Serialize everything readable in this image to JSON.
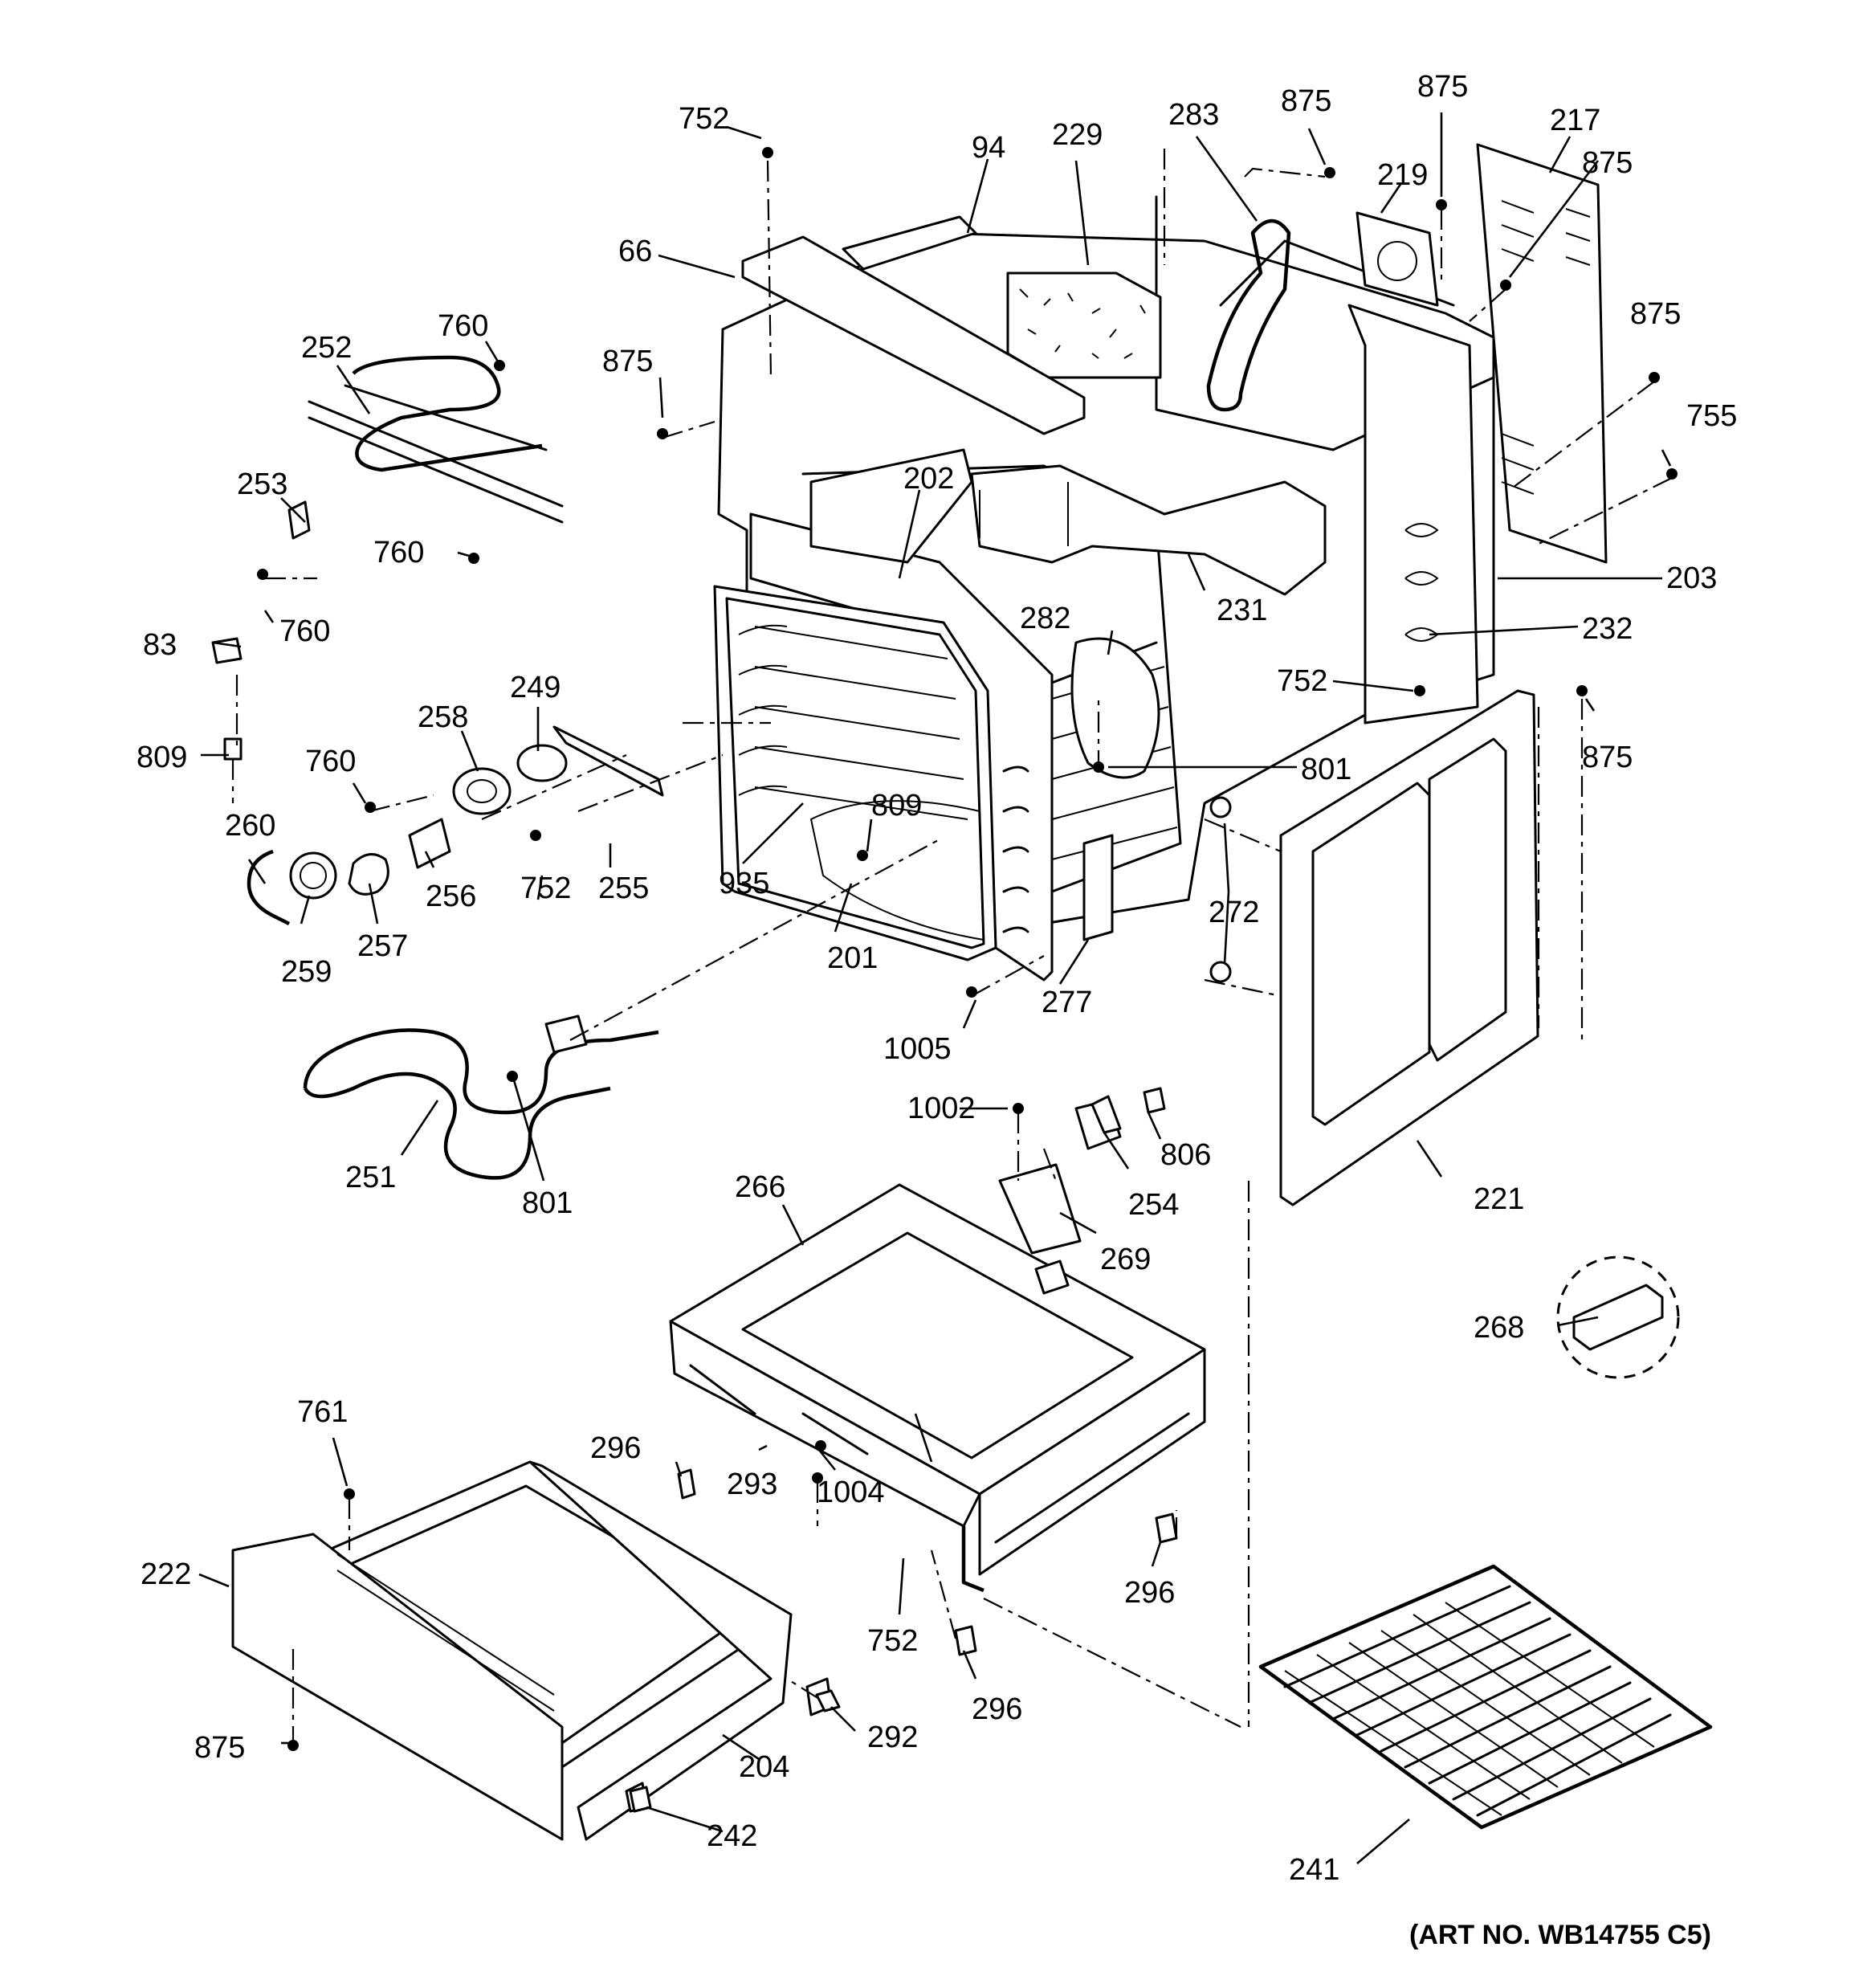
{
  "diagram": {
    "art_number": "(ART NO. WB14755 C5)",
    "callouts": {
      "c752_top": "752",
      "c94": "94",
      "c229": "229",
      "c283": "283",
      "c875_a": "875",
      "c875_b": "875",
      "c217": "217",
      "c875_c": "875",
      "c219": "219",
      "c66": "66",
      "c760_a": "760",
      "c252": "252",
      "c875_d": "875",
      "c875_e": "875",
      "c755": "755",
      "c202": "202",
      "c253": "253",
      "c760_b": "760",
      "c760_c": "760",
      "c203": "203",
      "c231": "231",
      "c282": "282",
      "c232": "232",
      "c83": "83",
      "c752_mid": "752",
      "c875_f": "875",
      "c249": "249",
      "c258": "258",
      "c809_a": "809",
      "c760_d": "760",
      "c801_a": "801",
      "c809_b": "809",
      "c260": "260",
      "c255": "255",
      "c256": "256",
      "c752_b": "752",
      "c935": "935",
      "c272": "272",
      "c257": "257",
      "c259": "259",
      "c201": "201",
      "c277": "277",
      "c1005": "1005",
      "c1002": "1002",
      "c806": "806",
      "c251": "251",
      "c801_b": "801",
      "c254": "254",
      "c221": "221",
      "c266": "266",
      "c269": "269",
      "c268": "268",
      "c761": "761",
      "c296_a": "296",
      "c293": "293",
      "c1004": "1004",
      "c222": "222",
      "c296_b": "296",
      "c752_c": "752",
      "c296_c": "296",
      "c292": "292",
      "c875_g": "875",
      "c204": "204",
      "c241": "241",
      "c242": "242"
    }
  }
}
